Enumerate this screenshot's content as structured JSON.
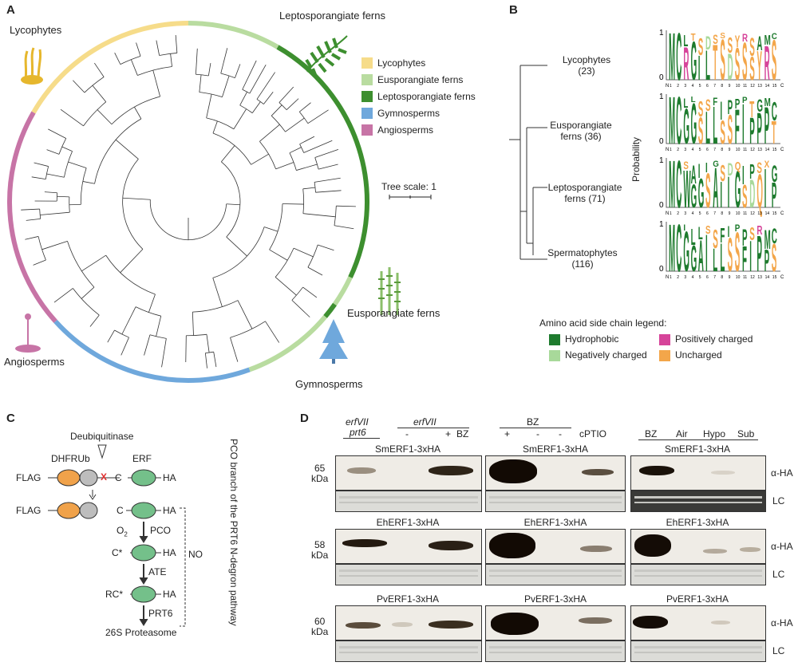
{
  "panels": {
    "a": "A",
    "b": "B",
    "c": "C",
    "d": "D"
  },
  "panel_a": {
    "clade_labels": {
      "lycophytes": "Lycophytes",
      "lepto": "Leptosporangiate ferns",
      "euspo": "Eusporangiate ferns",
      "gymno": "Gymnosperms",
      "angio": "Angiosperms"
    },
    "legend": [
      {
        "label": "Lycophytes",
        "color": "#f6dc8a"
      },
      {
        "label": "Eusporangiate ferns",
        "color": "#b9dca0"
      },
      {
        "label": "Leptosporangiate ferns",
        "color": "#3d8f2f"
      },
      {
        "label": "Gymnosperms",
        "color": "#6fa8dc"
      },
      {
        "label": "Angiosperms",
        "color": "#c774a6"
      }
    ],
    "tree_scale": "Tree scale: 1"
  },
  "panel_b": {
    "tree": [
      {
        "name": "Lycophytes",
        "count": "(23)"
      },
      {
        "name": "Eusporangiate ferns (36)",
        "line1": "Eusporangiate",
        "line2": "ferns (36)"
      },
      {
        "name": "Leptosporangiate ferns (71)",
        "line1": "Leptosporangiate",
        "line2": "ferns (71)"
      },
      {
        "name": "Spermatophytes",
        "count": "(116)"
      }
    ],
    "ylabel": "Probability",
    "yticks": [
      "1",
      "0"
    ],
    "x_start": "N",
    "x_end": "C",
    "positions": [
      "1",
      "2",
      "3",
      "4",
      "5",
      "6",
      "7",
      "8",
      "9",
      "10",
      "11",
      "12",
      "13",
      "14",
      "15"
    ],
    "logos": [
      [
        "MCRGILTSDSSSYRSA"
      ],
      [
        "MCGGSLLSSFIPPPTG"
      ],
      [
        "MCWGGSAIIGSDQIPSXG"
      ],
      [
        "MCGGAILLSSFIPPSR"
      ]
    ],
    "side_chain_legend_title": "Amino acid side chain legend:",
    "side_chain_legend": [
      {
        "label": "Hydrophobic",
        "color": "#1e7b2e"
      },
      {
        "label": "Positively charged",
        "color": "#d6449a"
      },
      {
        "label": "Negatively charged",
        "color": "#a8d99a"
      },
      {
        "label": "Uncharged",
        "color": "#f3a64a"
      }
    ]
  },
  "panel_c": {
    "deubiquitinase": "Deubiquitinase",
    "dhfrub": "DHFRUb",
    "erf": "ERF",
    "flag": "FLAG",
    "ha": "HA",
    "c": "C",
    "cstar": "C*",
    "rcstar": "RC*",
    "x_mark": "X",
    "o2": "O",
    "o2_sub": "2",
    "pco": "PCO",
    "ate": "ATE",
    "prt6": "PRT6",
    "proteasome": "26S Proteasome",
    "no": "NO",
    "side_label": "PCO branch of the PRT6 N-degron pathway"
  },
  "panel_d": {
    "col1_header": {
      "g1a": "erfVII",
      "g1b": "prt6",
      "g2": "erfVII",
      "minus": "-",
      "plus": "+",
      "bz": "BZ"
    },
    "col2_header": {
      "bz": "BZ",
      "plus": "+",
      "minus1": "-",
      "minus2": "-",
      "cptio": "cPTIO"
    },
    "col3_header": [
      "BZ",
      "Air",
      "Hypo",
      "Sub"
    ],
    "rows": [
      {
        "protein": "SmERF1-3xHA",
        "kda": "65",
        "unit": "kDa"
      },
      {
        "protein": "EhERF1-3xHA",
        "kda": "58",
        "unit": "kDa"
      },
      {
        "protein": "PvERF1-3xHA",
        "kda": "60",
        "unit": "kDa"
      }
    ],
    "antibody": "α-HA",
    "loading": "LC"
  }
}
